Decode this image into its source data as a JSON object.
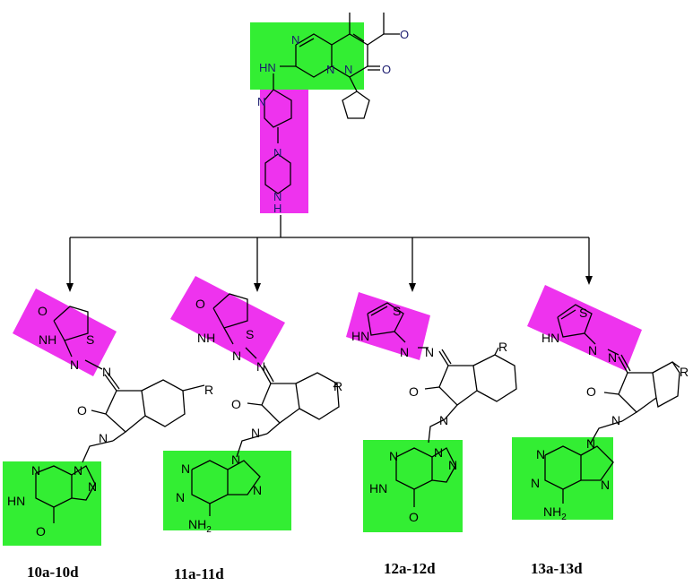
{
  "colors": {
    "scaffold_highlight": "#33ee33",
    "hinge_highlight": "#ee33ee",
    "ink": "#000000",
    "atom_ink": "#1a1a6e"
  },
  "parent": {
    "atoms": {
      "n1": "N",
      "n2": "N",
      "n3": "N",
      "nh": "HN",
      "o_amide": "O",
      "o_acetyl": "O",
      "pyr_n": "N",
      "pip_n": "N",
      "pip_nh": "N",
      "pip_h": "H"
    }
  },
  "products": [
    {
      "label": "10a-10d",
      "atoms": {
        "o": "O",
        "nh": "NH",
        "s": "S",
        "nn1": "N",
        "nn2": "N",
        "r": "R",
        "o2": "O",
        "n_ind": "N",
        "pp_n1": "N",
        "pp_n2": "N",
        "pp_n3": "N",
        "pp_hn": "HN",
        "pp_o": "O"
      }
    },
    {
      "label": "11a-11d",
      "atoms": {
        "o": "O",
        "nh": "NH",
        "s": "S",
        "nn1": "N",
        "nn2": "N",
        "r": "R",
        "o2": "O",
        "n_ind": "N",
        "ad_n1": "N",
        "ad_n2": "N",
        "ad_n3": "N",
        "ad_n4": "N",
        "ad_nh2": "NH2"
      }
    },
    {
      "label": "12a-12d",
      "atoms": {
        "s": "S",
        "hn": "HN",
        "nn1": "N",
        "nn2": "N",
        "r": "R",
        "o2": "O",
        "n_ind": "N",
        "pp_n1": "N",
        "pp_n2": "N",
        "pp_n3": "N",
        "pp_hn": "HN",
        "pp_o": "O"
      }
    },
    {
      "label": "13a-13d",
      "atoms": {
        "s": "S",
        "hn": "HN",
        "nn1": "N",
        "nn2": "N",
        "r": "R",
        "o2": "O",
        "n_ind": "N",
        "ad_n1": "N",
        "ad_n2": "N",
        "ad_n3": "N",
        "ad_n4": "N",
        "ad_nh2": "NH2"
      }
    }
  ]
}
